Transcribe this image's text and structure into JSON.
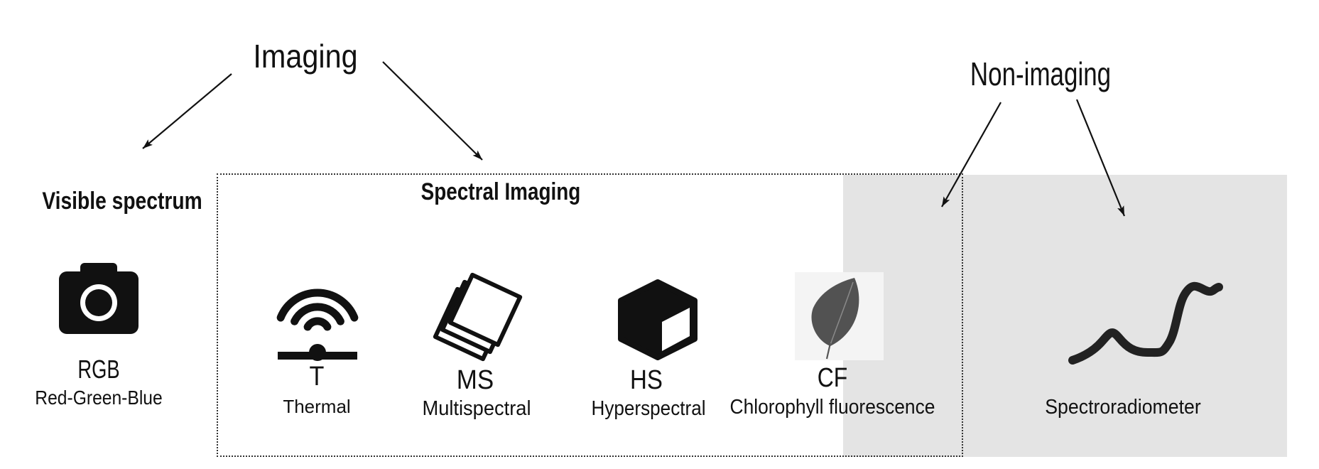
{
  "colors": {
    "ink": "#111111",
    "shade": "#e4e4e4",
    "border": "#333333",
    "leaf": "#525252",
    "leaf_backdrop": "#f4f4f4",
    "curve": "#222222"
  },
  "categories": {
    "imaging": "Imaging",
    "non_imaging": "Non-imaging"
  },
  "groups": {
    "visible": "Visible spectrum",
    "spectral": "Spectral Imaging"
  },
  "sensors": [
    {
      "icon": "camera-icon",
      "abbr": "RGB",
      "name": "Red-Green-Blue"
    },
    {
      "icon": "thermal-icon",
      "abbr": "T",
      "name": "Thermal"
    },
    {
      "icon": "stacked-squares-icon",
      "abbr": "MS",
      "name": "Multispectral"
    },
    {
      "icon": "cube-icon",
      "abbr": "HS",
      "name": "Hyperspectral"
    },
    {
      "icon": "leaf-icon",
      "abbr": "CF",
      "name": "Chlorophyll fluorescence"
    },
    {
      "icon": "spectrum-curve-icon",
      "name": "Spectroradiometer"
    }
  ]
}
